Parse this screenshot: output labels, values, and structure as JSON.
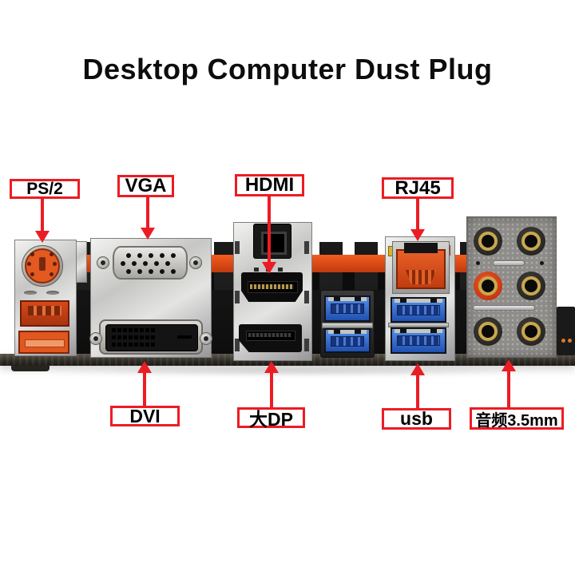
{
  "title": "Desktop Computer Dust Plug",
  "callouts": {
    "top": [
      {
        "label": "PS/2",
        "port": "ps2-mouse-keyboard-port"
      },
      {
        "label": "VGA",
        "port": "vga-port"
      },
      {
        "label": "HDMI",
        "port": "hdmi-port"
      },
      {
        "label": "RJ45",
        "port": "rj45-ethernet-port"
      }
    ],
    "bottom": [
      {
        "label": "DVI",
        "port": "dvi-port"
      },
      {
        "label": "大DP",
        "port": "displayport-port"
      },
      {
        "label": "usb",
        "port": "usb3-ports"
      },
      {
        "label": "音频3.5mm",
        "port": "audio-3.5mm-jacks"
      }
    ]
  },
  "hardware": {
    "left_block": [
      "ps2-port",
      "usb2-port",
      "usb2-port"
    ],
    "video_block": [
      "vga-port",
      "dvi-port"
    ],
    "display_block": [
      "optical-toslink-port",
      "hdmi-port",
      "displayport-port"
    ],
    "middle_block": [
      "usb3-port",
      "usb3-port"
    ],
    "lan_block": [
      "rj45-port",
      "lan-led-yellow",
      "lan-led-orange",
      "usb3-port",
      "usb3-port"
    ],
    "audio_block": [
      "audio-jack",
      "audio-jack",
      "audio-jack-orange",
      "audio-jack",
      "audio-jack",
      "audio-jack"
    ]
  },
  "colors": {
    "accent_red": "#ec1c24",
    "port_orange": "#e2561f",
    "usb3_blue": "#3a78d8",
    "heatsink_stripe": "#e8501c",
    "audio_orange_jack": "#e84818",
    "gold_ring": "#c8a84e",
    "background": "#ffffff"
  }
}
